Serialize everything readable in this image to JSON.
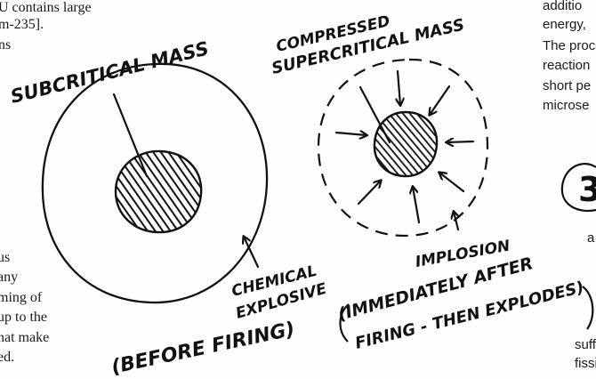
{
  "left_column_top": [
    "U contains large",
    "m-235].",
    "ns"
  ],
  "left_column_bottom": [
    "us",
    "any",
    "ming of",
    " up to the",
    "hat make",
    "ed."
  ],
  "right_column_top": [
    "additio",
    "energy,",
    "The proc",
    "reaction",
    "short pe",
    "microse"
  ],
  "right_column_bottom": [
    "a",
    "suff",
    "fissi"
  ],
  "sketch_labels": {
    "subcritical_mass": "SUBCRITICAL MASS",
    "compressed": "COMPRESSED",
    "supercritical_mass": "SUPERCRITICAL MASS",
    "chemical": "CHEMICAL",
    "explosive": "EXPLOSIVE",
    "implosion": "IMPLOSION",
    "before_firing": "(BEFORE FIRING)",
    "immediately_after": "(IMMEDIATELY AFTER",
    "firing_then_explodes": "FIRING - THEN EXPLODES)",
    "step_number": "3"
  },
  "colors": {
    "ink": "#111111",
    "paper": "#fefefe",
    "text": "#1a1a1a"
  }
}
